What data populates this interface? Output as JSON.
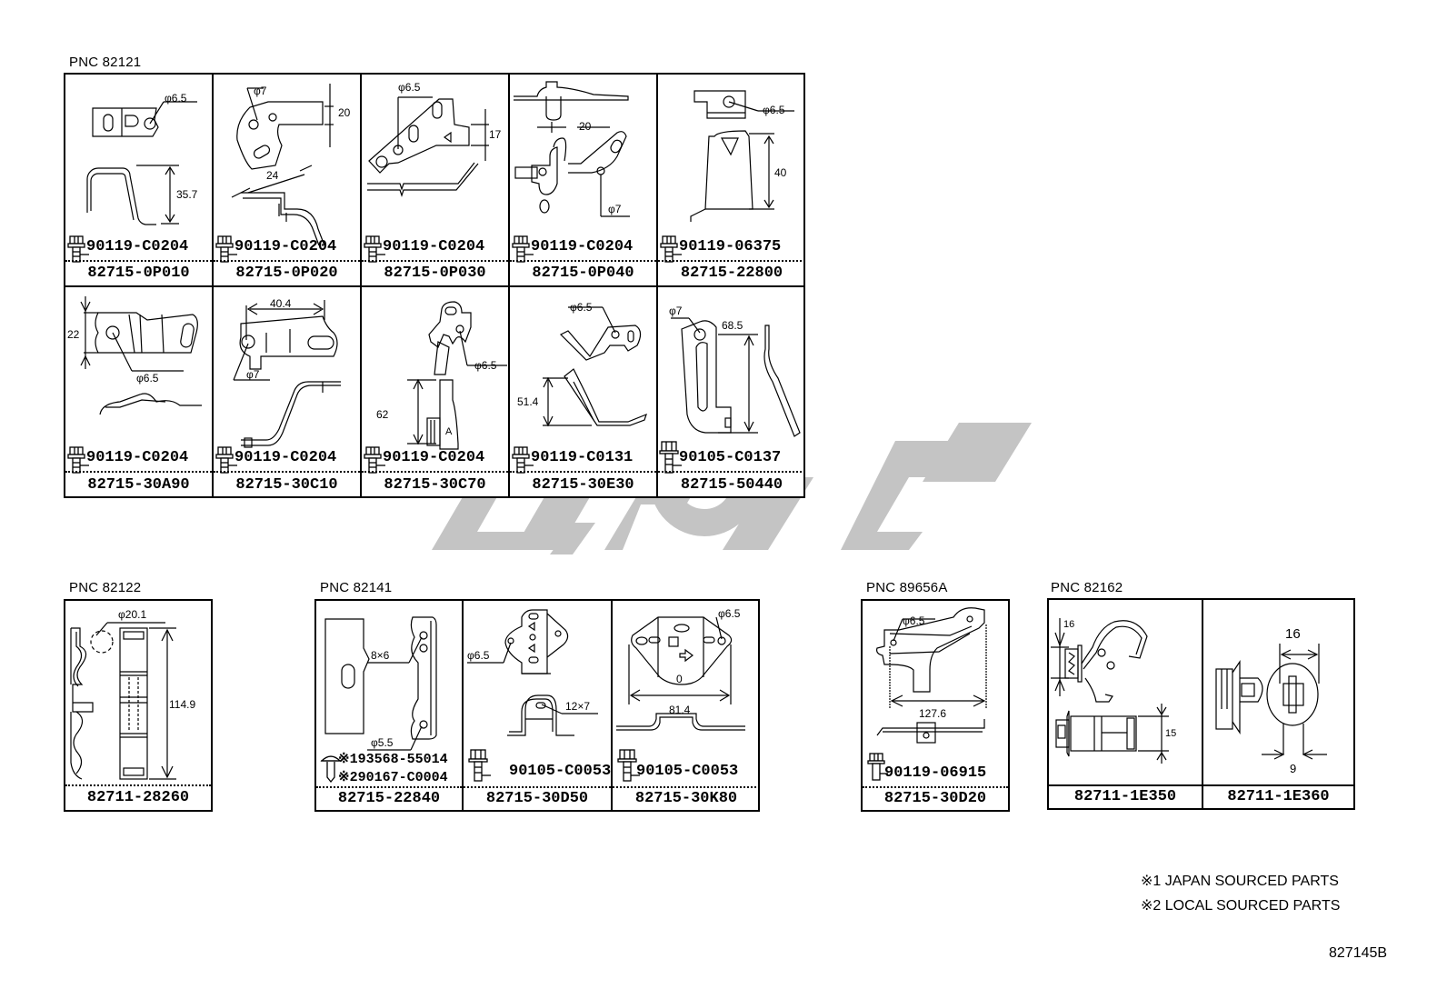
{
  "groups": [
    {
      "pnc": "PNC 82121",
      "cells": [
        {
          "part_number": "82715-0P010",
          "bolt": "90119-C0204",
          "dims": [
            "φ6.5",
            "35.7"
          ]
        },
        {
          "part_number": "82715-0P020",
          "bolt": "90119-C0204",
          "dims": [
            "φ7",
            "20",
            "24"
          ]
        },
        {
          "part_number": "82715-0P030",
          "bolt": "90119-C0204",
          "dims": [
            "φ6.5",
            "17"
          ]
        },
        {
          "part_number": "82715-0P040",
          "bolt": "90119-C0204",
          "dims": [
            "20",
            "φ7"
          ]
        },
        {
          "part_number": "82715-22800",
          "bolt": "90119-06375",
          "dims": [
            "φ6.5",
            "40"
          ]
        },
        {
          "part_number": "82715-30A90",
          "bolt": "90119-C0204",
          "dims": [
            "22",
            "φ6.5"
          ]
        },
        {
          "part_number": "82715-30C10",
          "bolt": "90119-C0204",
          "dims": [
            "40.4",
            "φ7"
          ]
        },
        {
          "part_number": "82715-30C70",
          "bolt": "90119-C0204",
          "dims": [
            "φ6.5",
            "62",
            "A"
          ]
        },
        {
          "part_number": "82715-30E30",
          "bolt": "90119-C0131",
          "dims": [
            "φ6.5",
            "51.4"
          ]
        },
        {
          "part_number": "82715-50440",
          "bolt": "90105-C0137",
          "dims": [
            "φ7",
            "68.5"
          ]
        }
      ]
    },
    {
      "pnc": "PNC 82122",
      "cells": [
        {
          "part_number": "82711-28260",
          "dims": [
            "φ20.1",
            "114.9"
          ]
        }
      ]
    },
    {
      "pnc": "PNC 82141",
      "cells": [
        {
          "part_number": "82715-22840",
          "bolt_1": "※193568-55014",
          "bolt_2": "※290167-C0004",
          "dims": [
            "8×6",
            "φ5.5"
          ]
        },
        {
          "part_number": "82715-30D50",
          "bolt": "90105-C0053",
          "dims": [
            "φ6.5",
            "12×7"
          ]
        },
        {
          "part_number": "82715-30K80",
          "bolt": "90105-C0053",
          "dims": [
            "φ6.5",
            "81.4"
          ]
        }
      ]
    },
    {
      "pnc": "PNC 89656A",
      "cells": [
        {
          "part_number": "82715-30D20",
          "bolt": "90119-06915",
          "dims": [
            "φ6.5",
            "127.6"
          ]
        }
      ]
    },
    {
      "pnc": "PNC 82162",
      "cells": [
        {
          "part_number": "82711-1E350",
          "dims": [
            "16",
            "15"
          ]
        },
        {
          "part_number": "82711-1E360",
          "dims": [
            "16",
            "9"
          ]
        }
      ]
    }
  ],
  "notes": [
    "※1 JAPAN SOURCED PARTS",
    "※2 LOCAL SOURCED PARTS"
  ],
  "diagram_code": "827145B",
  "colors": {
    "line": "#000000",
    "watermark": "#c4c4c4",
    "background": "#ffffff"
  }
}
